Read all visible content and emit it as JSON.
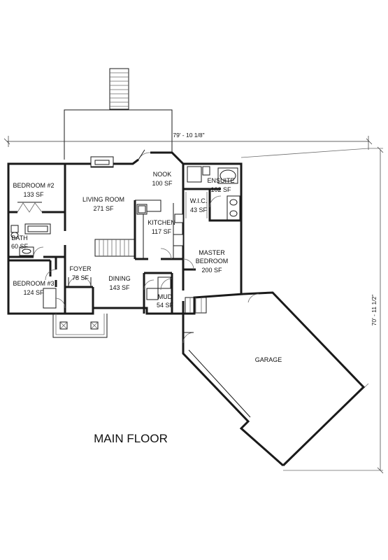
{
  "title": "MAIN FLOOR",
  "dimensions": {
    "width": "79' - 10 1/8\"",
    "depth": "70' - 11 1/2\""
  },
  "rooms": {
    "bedroom2": {
      "name": "BEDROOM #2",
      "area": "133 SF"
    },
    "living": {
      "name": "LIVING ROOM",
      "area": "271 SF"
    },
    "nook": {
      "name": "NOOK",
      "area": "100 SF"
    },
    "ensuite": {
      "name": "ENSUITE",
      "area": "102 SF"
    },
    "wic": {
      "name": "W.I.C.",
      "area": "43 SF"
    },
    "kitchen": {
      "name": "KITCHEN",
      "area": "117 SF"
    },
    "bath": {
      "name": "BATH",
      "area": "60 SF"
    },
    "master": {
      "name": "MASTER",
      "name2": "BEDROOM",
      "area": "200 SF"
    },
    "foyer": {
      "name": "FOYER",
      "area": "78 SF"
    },
    "dining": {
      "name": "DINING",
      "area": "143 SF"
    },
    "bedroom3": {
      "name": "BEDROOM #3",
      "area": "124 SF"
    },
    "mud": {
      "name": "MUD",
      "area": "54 SF"
    },
    "garage": {
      "name": "GARAGE"
    }
  }
}
